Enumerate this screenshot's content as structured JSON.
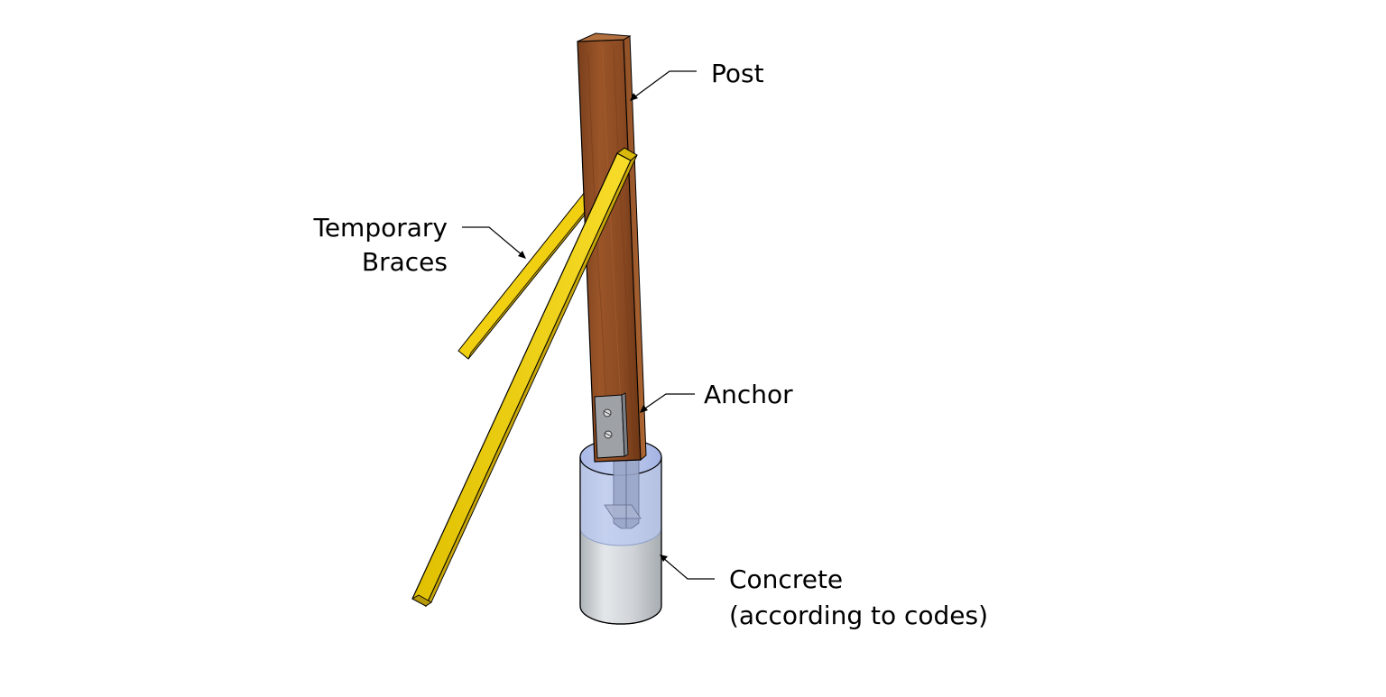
{
  "labels": {
    "post": "Post",
    "braces_line1": "Temporary",
    "braces_line2": "Braces",
    "anchor": "Anchor",
    "concrete_line1": "Concrete",
    "concrete_line2": "(according to codes)"
  },
  "colors": {
    "post_wood": "#8a4a22",
    "post_wood_light": "#a9622f",
    "brace_yellow": "#f2d014",
    "brace_yellow_dark": "#c9a90a",
    "anchor_metal": "#9fa3a8",
    "concrete": "#c9cdd1",
    "concrete_translucent": "#b7c6ef"
  }
}
